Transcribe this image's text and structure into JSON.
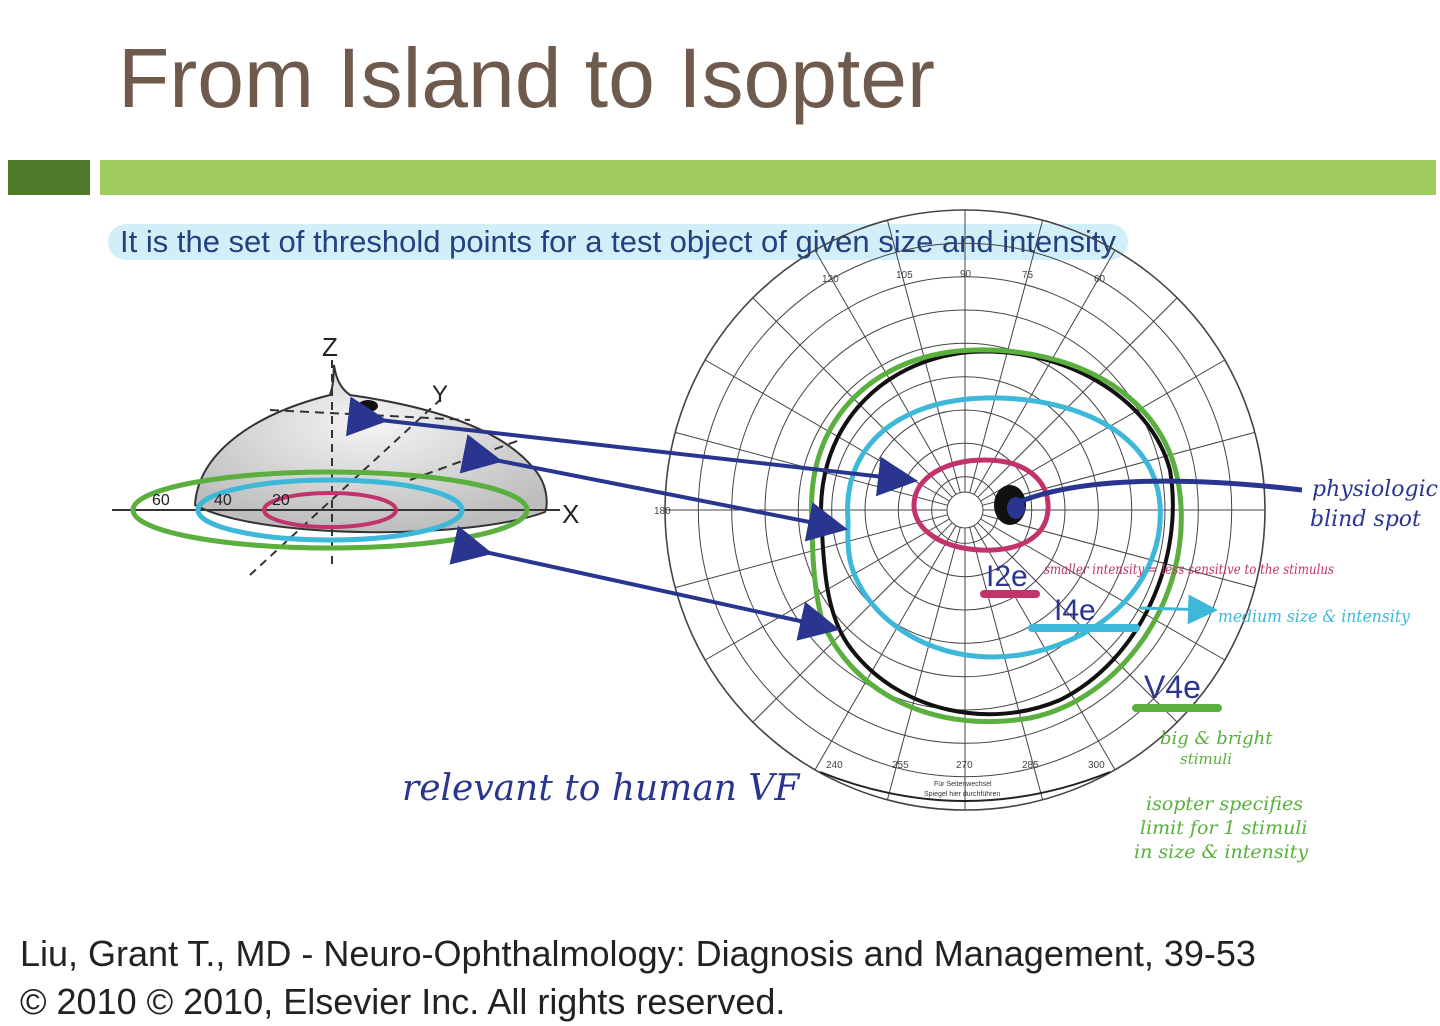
{
  "slide": {
    "title": "From Island to Isopter",
    "definition": "It is the set of threshold points for a test object of given size and intensity"
  },
  "island": {
    "axis_z": "Z",
    "axis_y": "Y",
    "axis_x": "X",
    "ring_labels": [
      "60",
      "40",
      "20"
    ]
  },
  "perimeter_chart": {
    "top_degree_labels": [
      "120",
      "105",
      "90",
      "75",
      "60"
    ],
    "left_label": "180",
    "bottom_degree_labels": [
      "240",
      "255",
      "270",
      "285",
      "300"
    ],
    "bottom_caption_lines": [
      "Für Seitenwechsel",
      "Spiegel hier durchführen"
    ]
  },
  "isopters": [
    {
      "name": "I2e",
      "color": "#c2336c",
      "note": "smaller intensity = less sensitive to the stimulus"
    },
    {
      "name": "I4e",
      "color": "#3db8d8",
      "note": "medium size & intensity"
    },
    {
      "name": "V4e",
      "color": "#5aaf3e",
      "note_lines": [
        "big & bright",
        "stimuli"
      ]
    }
  ],
  "annotations": {
    "blind_spot": [
      "physiologic",
      "blind spot"
    ],
    "relevant": "relevant to human VF",
    "isopter_note": [
      "isopter specifies",
      "limit for 1 stimuli",
      "in size & intensity"
    ]
  },
  "citation": {
    "line1": "Liu, Grant T., MD - Neuro-Ophthalmology: Diagnosis and Management, 39-53",
    "line2": "© 2010 © 2010, Elsevier Inc. All rights reserved."
  },
  "colors": {
    "title": "#6f5b4e",
    "bar_dark": "#4f7a2a",
    "bar_light": "#9fcb5f",
    "arrow": "#2a3590",
    "handwriting_blue": "#2a3590"
  }
}
